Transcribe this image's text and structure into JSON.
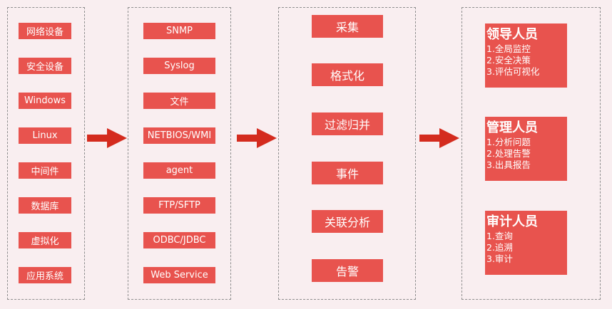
{
  "sources": [
    "网络设备",
    "安全设备",
    "Windows",
    "Linux",
    "中间件",
    "数据库",
    "虚拟化",
    "应用系统"
  ],
  "protocols": [
    "SNMP",
    "Syslog",
    "文件",
    "NETBIOS/WMI",
    "agent",
    "FTP/SFTP",
    "ODBC/JDBC",
    "Web Service"
  ],
  "steps": [
    "采集",
    "格式化",
    "过滤归并",
    "事件",
    "关联分析",
    "告警"
  ],
  "roles": [
    {
      "title": "领导人员",
      "items": [
        "1.全局监控",
        "2.安全决策",
        "3.评估可视化"
      ]
    },
    {
      "title": "管理人员",
      "items": [
        "1.分析问题",
        "2.处理告警",
        "3.出具报告"
      ]
    },
    {
      "title": "审计人员",
      "items": [
        "1.查询",
        "2.追溯",
        "3.审计"
      ]
    }
  ],
  "colors": {
    "box": "#e8534e",
    "arrow": "#d42b1e",
    "background": "#f9eef0",
    "border": "#8f8f8f"
  }
}
